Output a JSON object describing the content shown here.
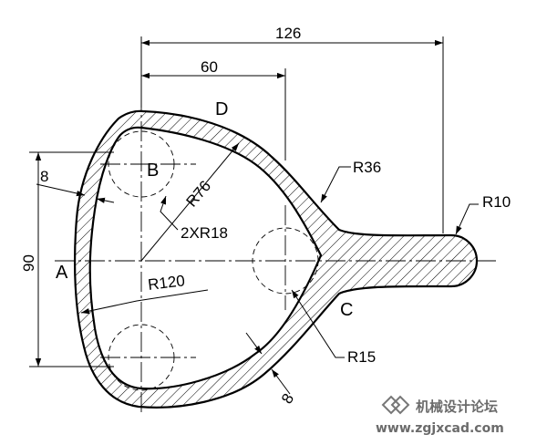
{
  "drawing": {
    "dimensions": {
      "overall_width": "126",
      "partial_width": "60",
      "height": "90",
      "wall_left": "8",
      "wall_bottom": "8",
      "r_top_arc": "R76",
      "r_holes": "2XR18",
      "r_left_arc": "R120",
      "r_neck": "R36",
      "r_bottom_fillet": "R15",
      "r_tip": "R10"
    },
    "points": {
      "a": "A",
      "b": "B",
      "c": "C",
      "d": "D"
    }
  },
  "watermark": {
    "title": "机械设计论坛",
    "url": "www.zgjxcad.com"
  }
}
